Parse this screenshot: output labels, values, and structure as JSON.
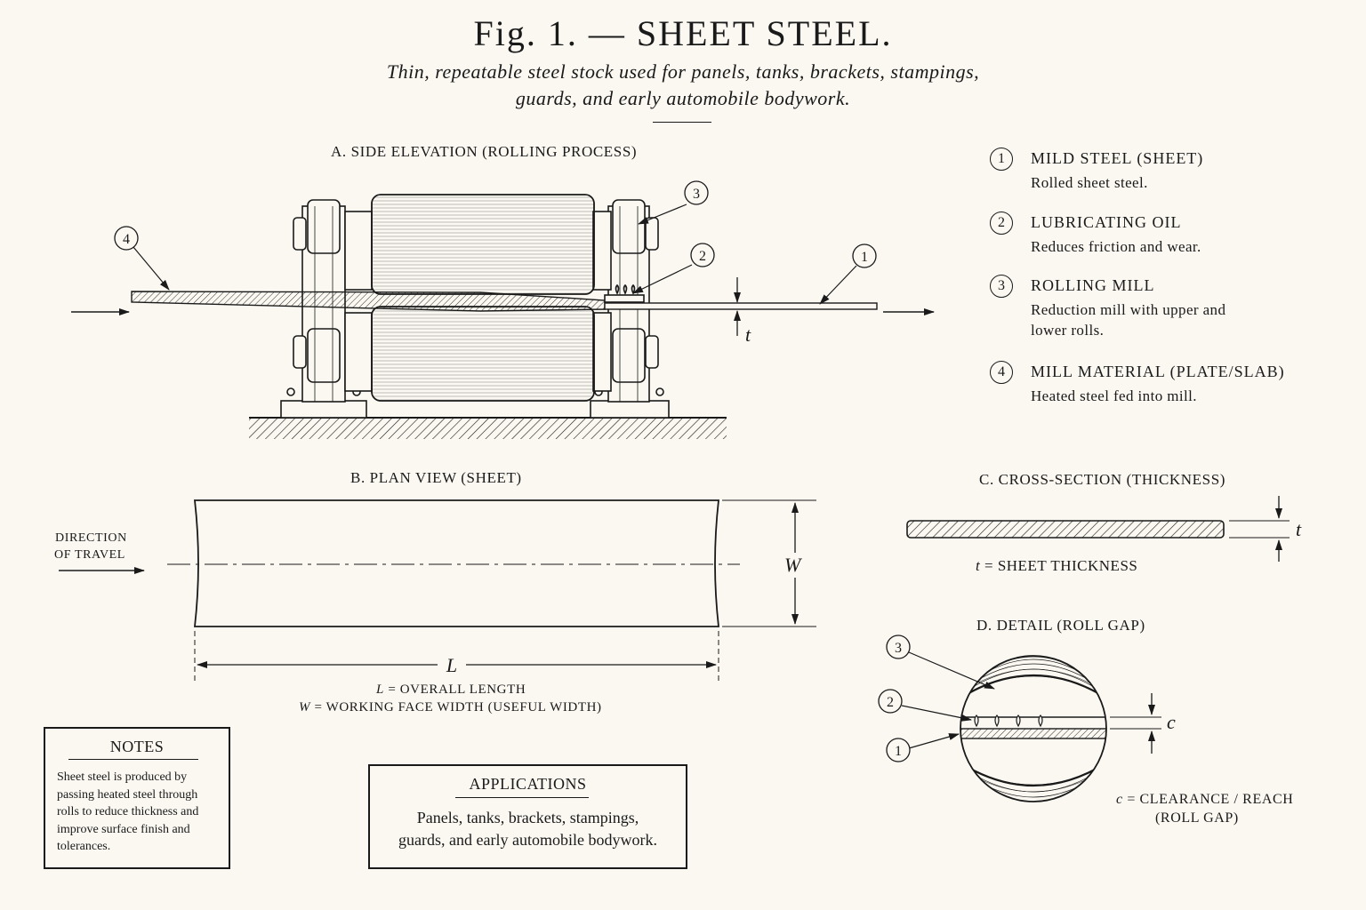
{
  "title": "Fig. 1. — SHEET STEEL.",
  "subtitle_line1": "Thin, repeatable steel stock used for panels, tanks, brackets, stampings,",
  "subtitle_line2": "guards, and early automobile bodywork.",
  "section_a": {
    "title": "A.  SIDE ELEVATION (ROLLING PROCESS)",
    "dim_label": "t"
  },
  "legend": [
    {
      "num": "1",
      "name": "MILD STEEL (SHEET)",
      "desc": "Rolled sheet steel."
    },
    {
      "num": "2",
      "name": "LUBRICATING OIL",
      "desc": "Reduces friction and wear."
    },
    {
      "num": "3",
      "name": "ROLLING MILL",
      "desc": "Reduction mill with upper and lower rolls."
    },
    {
      "num": "4",
      "name": "MILL MATERIAL (PLATE/SLAB)",
      "desc": "Heated steel fed into mill."
    }
  ],
  "callouts": [
    "1",
    "2",
    "3",
    "4"
  ],
  "section_b": {
    "title": "B.  PLAN VIEW (SHEET)",
    "direction_line1": "DIRECTION",
    "direction_line2": "OF TRAVEL",
    "dim_w": "W",
    "dim_l": "L",
    "caption_l_sym": "L",
    "caption_l": "=  OVERALL LENGTH",
    "caption_w_sym": "W",
    "caption_w": "=  WORKING FACE WIDTH (USEFUL WIDTH)"
  },
  "section_c": {
    "title": "C.  CROSS-SECTION (THICKNESS)",
    "dim_t": "t",
    "caption_sym": "t",
    "caption": "=  SHEET THICKNESS"
  },
  "section_d": {
    "title": "D.  DETAIL (ROLL GAP)",
    "dim_c": "c",
    "caption_sym": "c",
    "caption_line1": "=  CLEARANCE / REACH",
    "caption_line2": "(ROLL GAP)"
  },
  "notes": {
    "title": "NOTES",
    "text": "Sheet steel is produced by passing heated steel through rolls to reduce thickness and improve surface finish and tolerances."
  },
  "applications": {
    "title": "APPLICATIONS",
    "line1": "Panels, tanks, brackets, stampings,",
    "line2": "guards, and early automobile bodywork."
  },
  "colors": {
    "ink": "#1a1a1a",
    "paper": "#faf8f1"
  }
}
